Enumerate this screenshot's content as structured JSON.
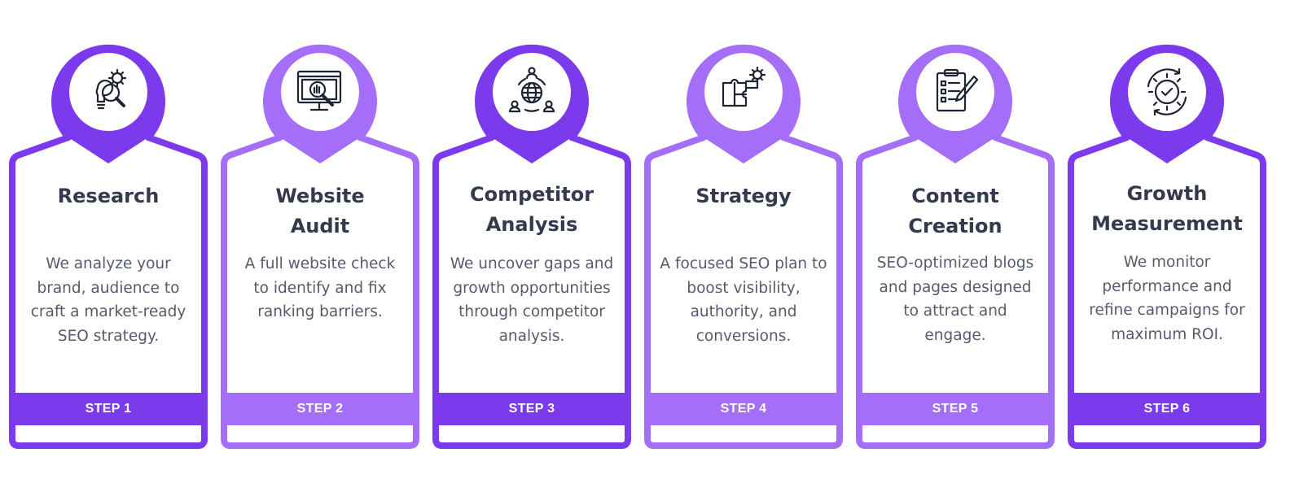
{
  "colors": {
    "dark": "#7c3aed",
    "light": "#a56ef8",
    "title_text": "#343a4e",
    "body_text": "#555a6c"
  },
  "steps": [
    {
      "title": "Research",
      "description": "We analyze your brand, audience to craft a market-ready SEO strategy.",
      "step_label": "STEP 1",
      "icon": "research-lightbulb-gear-magnifier-icon",
      "tone": "dark"
    },
    {
      "title": "Website\nAudit",
      "description": "A full website check to identify and fix ranking barriers.",
      "step_label": "STEP 2",
      "icon": "website-audit-monitor-magnifier-icon",
      "tone": "light"
    },
    {
      "title": "Competitor\nAnalysis",
      "description": "We uncover gaps and growth opportunities through competitor analysis.",
      "step_label": "STEP 3",
      "icon": "globe-people-network-icon",
      "tone": "dark"
    },
    {
      "title": "Strategy",
      "description": "A focused SEO plan to boost visibility, authority, and conversions.",
      "step_label": "STEP 4",
      "icon": "puzzle-gear-icon",
      "tone": "light"
    },
    {
      "title": "Content\nCreation",
      "description": "SEO-optimized blogs and pages designed to attract and engage.",
      "step_label": "STEP 5",
      "icon": "clipboard-checklist-pen-icon",
      "tone": "light"
    },
    {
      "title": "Growth\nMeasurement",
      "description": "We monitor performance and refine campaigns for maximum ROI.",
      "step_label": "STEP 6",
      "icon": "gear-check-cycle-icon",
      "tone": "dark"
    }
  ]
}
